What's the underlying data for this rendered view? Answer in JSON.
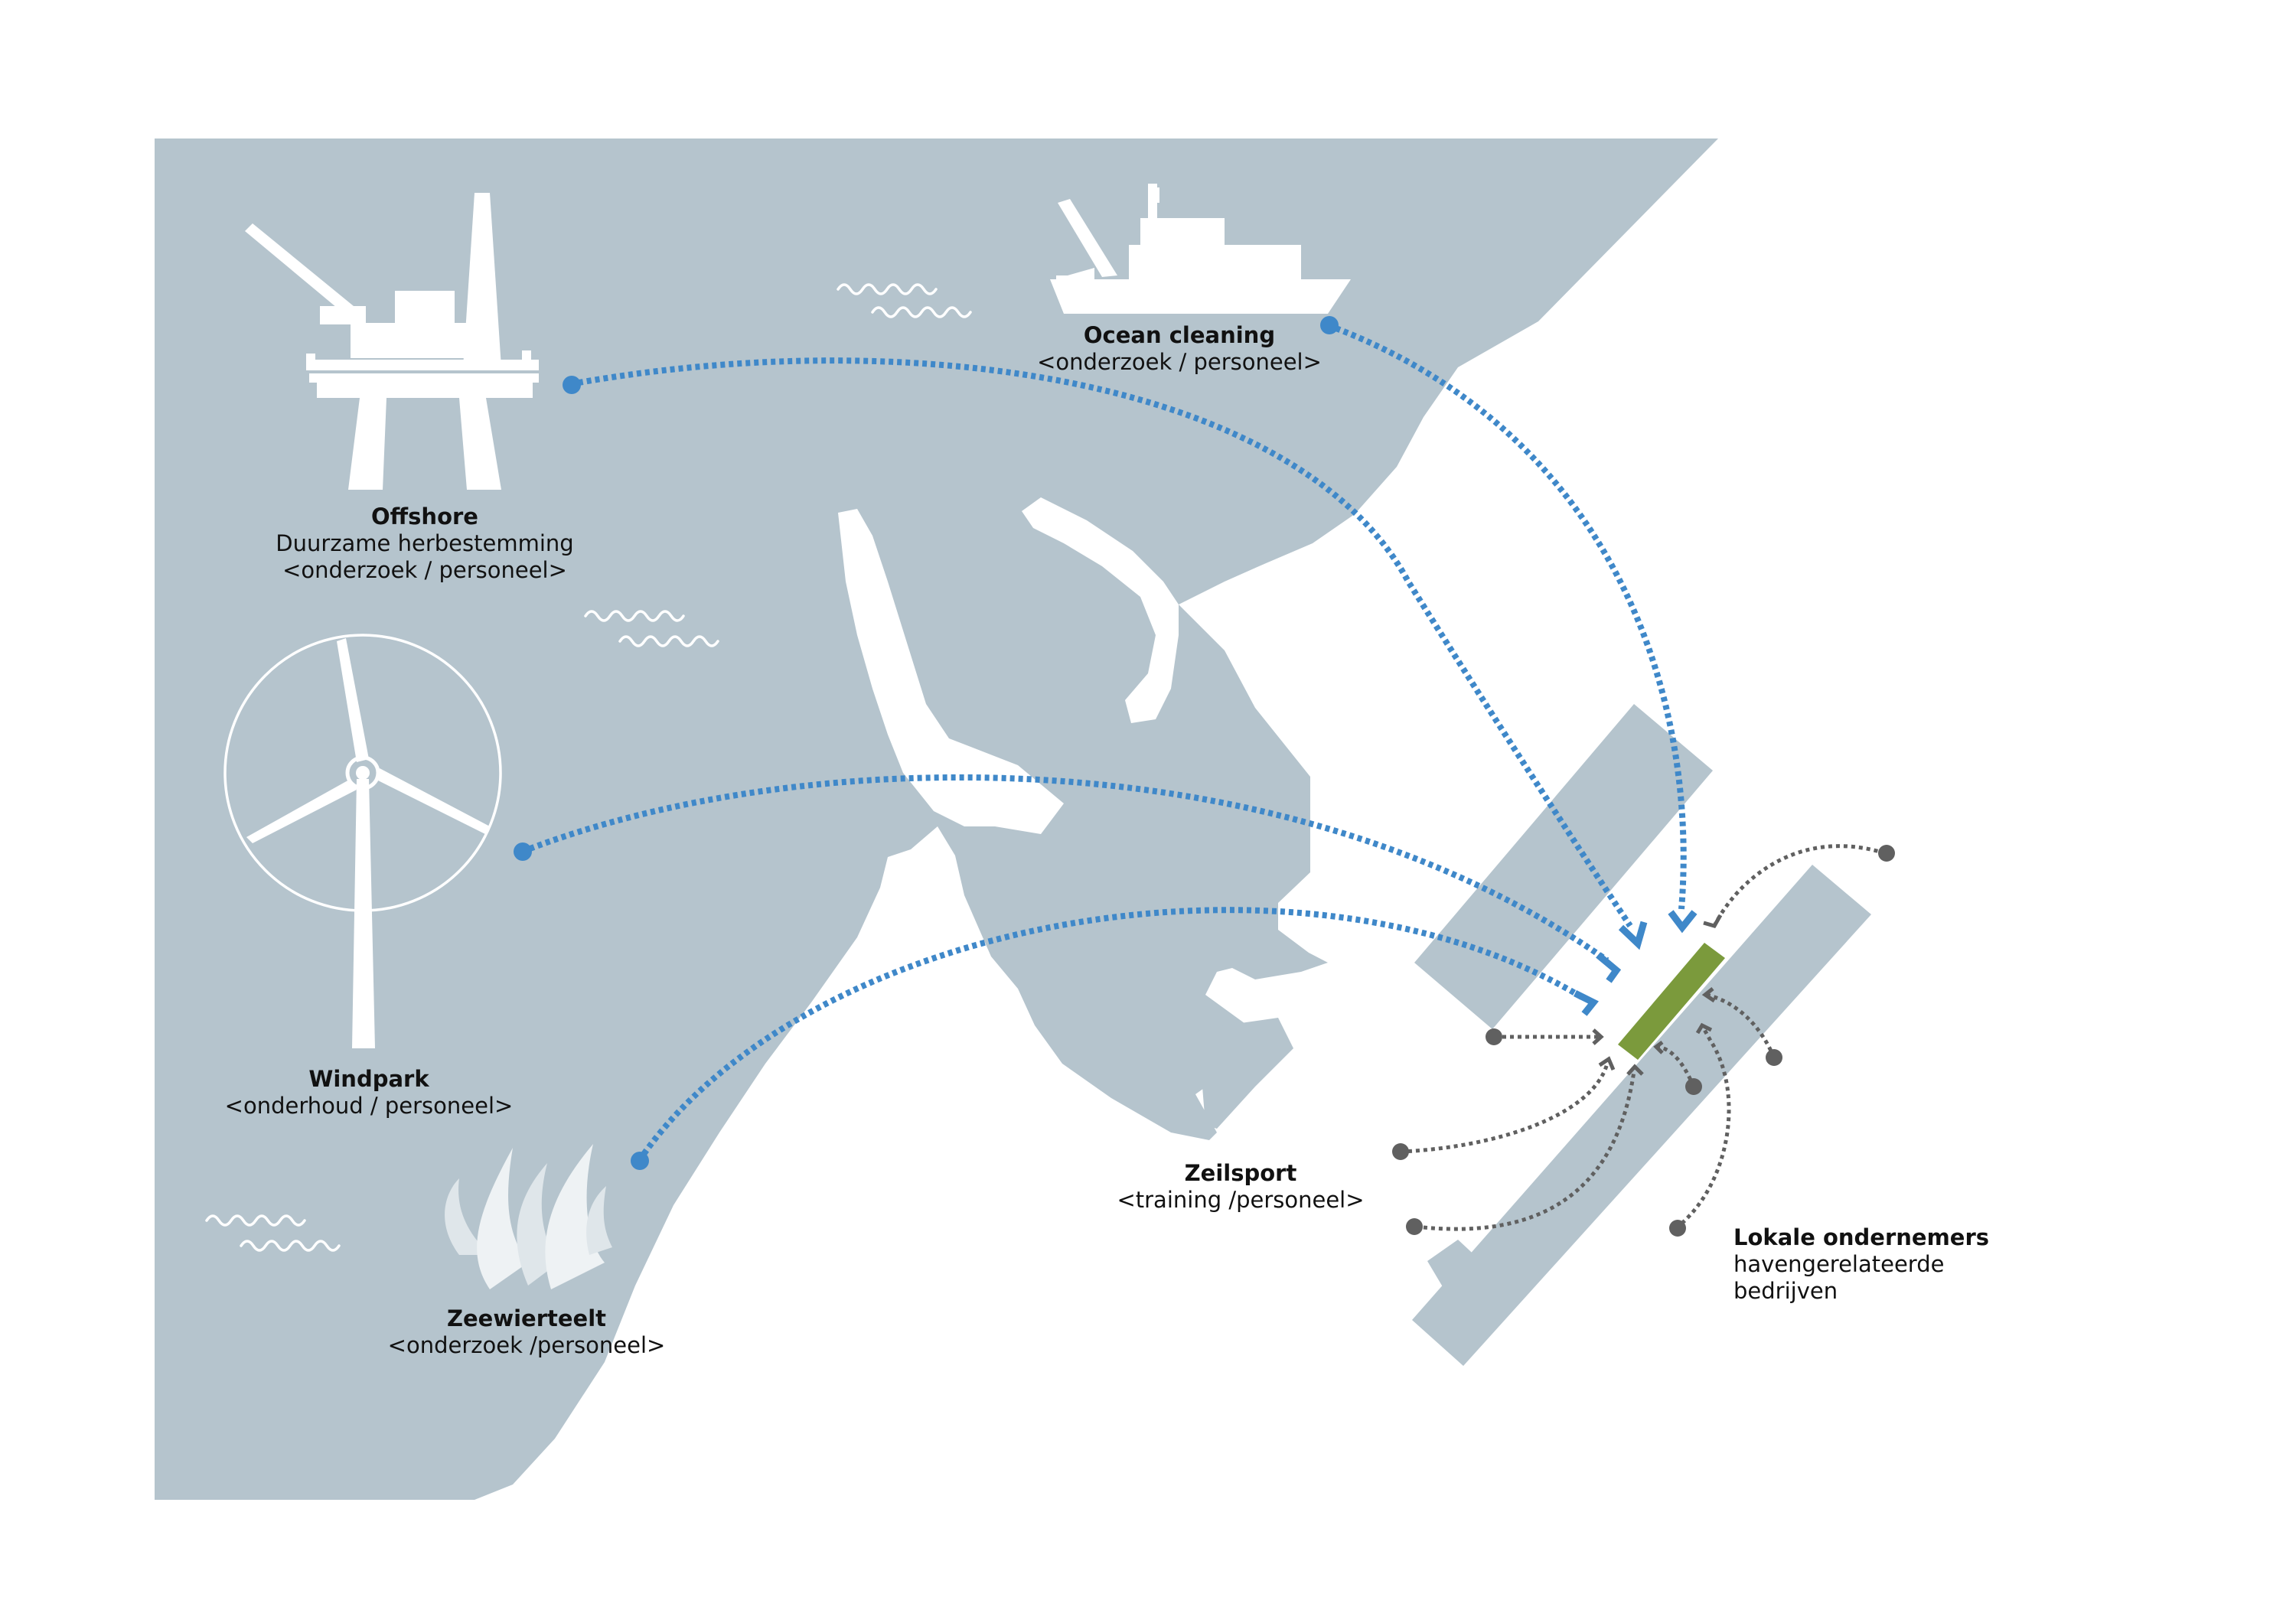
{
  "labels": {
    "offshore": {
      "title": "Offshore",
      "line1": "Duurzame herbestemming",
      "line2": "<onderzoek / personeel>"
    },
    "ocean_cleaning": {
      "title": "Ocean cleaning",
      "line1": "<onderzoek / personeel>"
    },
    "windpark": {
      "title": "Windpark",
      "line1": "<onderhoud / personeel>"
    },
    "zeewierteelt": {
      "title": "Zeewierteelt",
      "line1": "<onderzoek /personeel>"
    },
    "zeilsport": {
      "title": "Zeilsport",
      "line1": "<training /personeel>"
    },
    "lokale_ondernemers": {
      "title": "Lokale ondernemers",
      "line1": "havengerelateerde",
      "line2": "bedrijven"
    }
  },
  "icons": [
    "offshore-platform-icon",
    "ship-icon",
    "wind-turbine-icon",
    "seaweed-icon",
    "waves-icon"
  ],
  "colors": {
    "sea": "#b5c4cd",
    "blue_route": "#3f88c9",
    "grey_route": "#606060",
    "hub": "#7b9a3c"
  }
}
